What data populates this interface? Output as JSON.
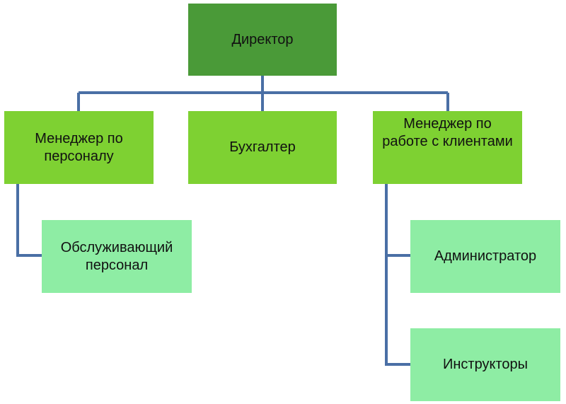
{
  "colors": {
    "top_level": "#4a9a38",
    "second_level": "#7ed132",
    "third_level": "#8eeda4",
    "connector": "#4a6fa5"
  },
  "nodes": {
    "director": "Директор",
    "hr_manager": "Менеджер по\nперсоналу",
    "accountant": "Бухгалтер",
    "client_manager": "Менеджер по\nработе с клиентами",
    "service_staff": "Обслуживающий\nперсонал",
    "administrator": "Администратор",
    "instructors": "Инструкторы"
  }
}
